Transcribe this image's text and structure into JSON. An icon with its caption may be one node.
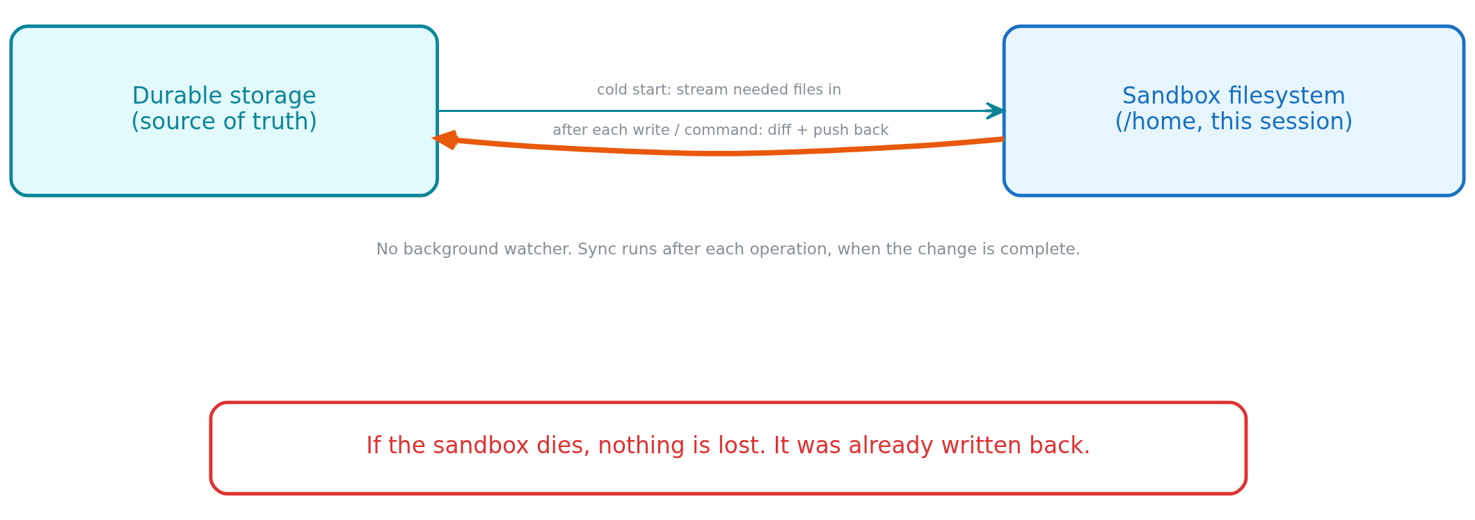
{
  "diagram": {
    "nodes": [
      {
        "text": [
          "Durable storage",
          "(source of truth)"
        ]
      },
      {
        "text": [
          "Sandbox filesystem",
          "(/home, this session)"
        ]
      },
      {
        "text": [
          "If the sandbox dies, nothing is lost. It was already written back."
        ]
      }
    ],
    "edges": [
      {
        "from": 0,
        "to": 1,
        "arrow": "to",
        "label": "cold start: stream needed files in",
        "color": "#0c8599"
      },
      {
        "from": 1,
        "to": 0,
        "arrow": "to",
        "label": "after each write / command: diff + push back",
        "style": "thick",
        "color": "#e8590c"
      }
    ],
    "labels": [
      "No background watcher. Sync runs after each operation, when the change is complete."
    ]
  }
}
